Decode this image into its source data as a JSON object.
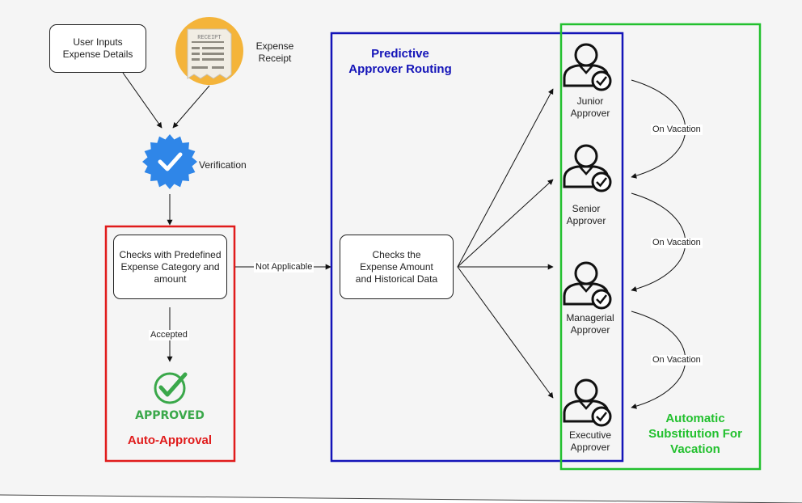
{
  "colors": {
    "canvas_bg": "#f5f5f5",
    "auto_approval": "#e01b1b",
    "predictive": "#1414b8",
    "substitution": "#22c02e",
    "verified_badge": "#2f86e8",
    "approved_green": "#3aa84a"
  },
  "nodes": {
    "user_inputs": "User Inputs\nExpense Details",
    "expense_receipt": "Expense\nReceipt",
    "receipt_header": "RECEIPT",
    "verification": "Verification",
    "checks_predefined": "Checks with Predefined\nExpense Category and\namount",
    "checks_amount": "Checks the\nExpense Amount\nand Historical Data",
    "approved": "APPROVED"
  },
  "groups": {
    "auto_approval": "Auto-Approval",
    "predictive": "Predictive\nApprover Routing",
    "substitution": "Automatic\nSubstitution For\nVacation"
  },
  "edges": {
    "not_applicable": "Not Applicable",
    "accepted": "Accepted",
    "on_vacation_1": "On Vacation",
    "on_vacation_2": "On Vacation",
    "on_vacation_3": "On Vacation"
  },
  "approvers": [
    {
      "label": "Junior\nApprover",
      "icon": "approver-person-icon"
    },
    {
      "label": "Senior\nApprover",
      "icon": "approver-person-icon"
    },
    {
      "label": "Managerial\nApprover",
      "icon": "approver-person-icon"
    },
    {
      "label": "Executive\nApprover",
      "icon": "approver-person-icon"
    }
  ]
}
